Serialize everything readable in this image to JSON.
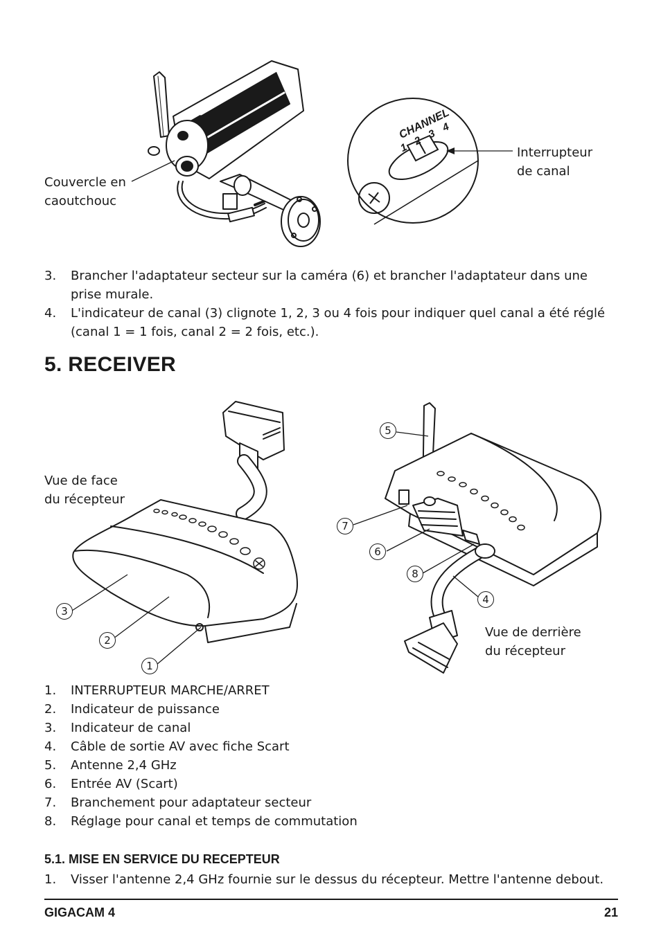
{
  "top_figure": {
    "label_cover": [
      "Couvercle en",
      "caoutchouc"
    ],
    "label_switch": [
      "Interrupteur",
      "de canal"
    ],
    "channel_text": "CHANNEL",
    "channel_numbers": "1 2 3 4"
  },
  "steps_top": [
    {
      "num": "3.",
      "text": "Brancher l'adaptateur secteur sur la caméra (6) et brancher l'adaptateur dans une prise murale."
    },
    {
      "num": "4.",
      "text": "L'indicateur de canal (3) clignote 1, 2, 3 ou 4 fois pour indiquer quel canal a été réglé (canal 1 = 1 fois, canal 2 = 2 fois, etc.)."
    }
  ],
  "section_title": "5. RECEIVER",
  "receiver_figure": {
    "front_label": [
      "Vue de face",
      "du récepteur"
    ],
    "back_label": [
      "Vue de derrière",
      "du récepteur"
    ],
    "callouts": [
      "1",
      "2",
      "3",
      "4",
      "5",
      "6",
      "7",
      "8"
    ]
  },
  "parts_list": [
    {
      "num": "1.",
      "text": "INTERRUPTEUR MARCHE/ARRET"
    },
    {
      "num": "2.",
      "text": "Indicateur de puissance"
    },
    {
      "num": "3.",
      "text": "Indicateur de canal"
    },
    {
      "num": "4.",
      "text": "Câble de sortie AV avec fiche Scart"
    },
    {
      "num": "5.",
      "text": "Antenne 2,4 GHz"
    },
    {
      "num": "6.",
      "text": "Entrée AV (Scart)"
    },
    {
      "num": "7.",
      "text": "Branchement pour adaptateur secteur"
    },
    {
      "num": "8.",
      "text": "Réglage pour canal et temps de commutation"
    }
  ],
  "subsection_title": "5.1. MISE EN SERVICE DU RECEPTEUR",
  "steps_bottom": [
    {
      "num": "1.",
      "text": "Visser l'antenne 2,4 GHz fournie sur le dessus du récepteur. Mettre l'antenne debout."
    }
  ],
  "footer": {
    "product": "GIGACAM 4",
    "page_number": "21"
  }
}
